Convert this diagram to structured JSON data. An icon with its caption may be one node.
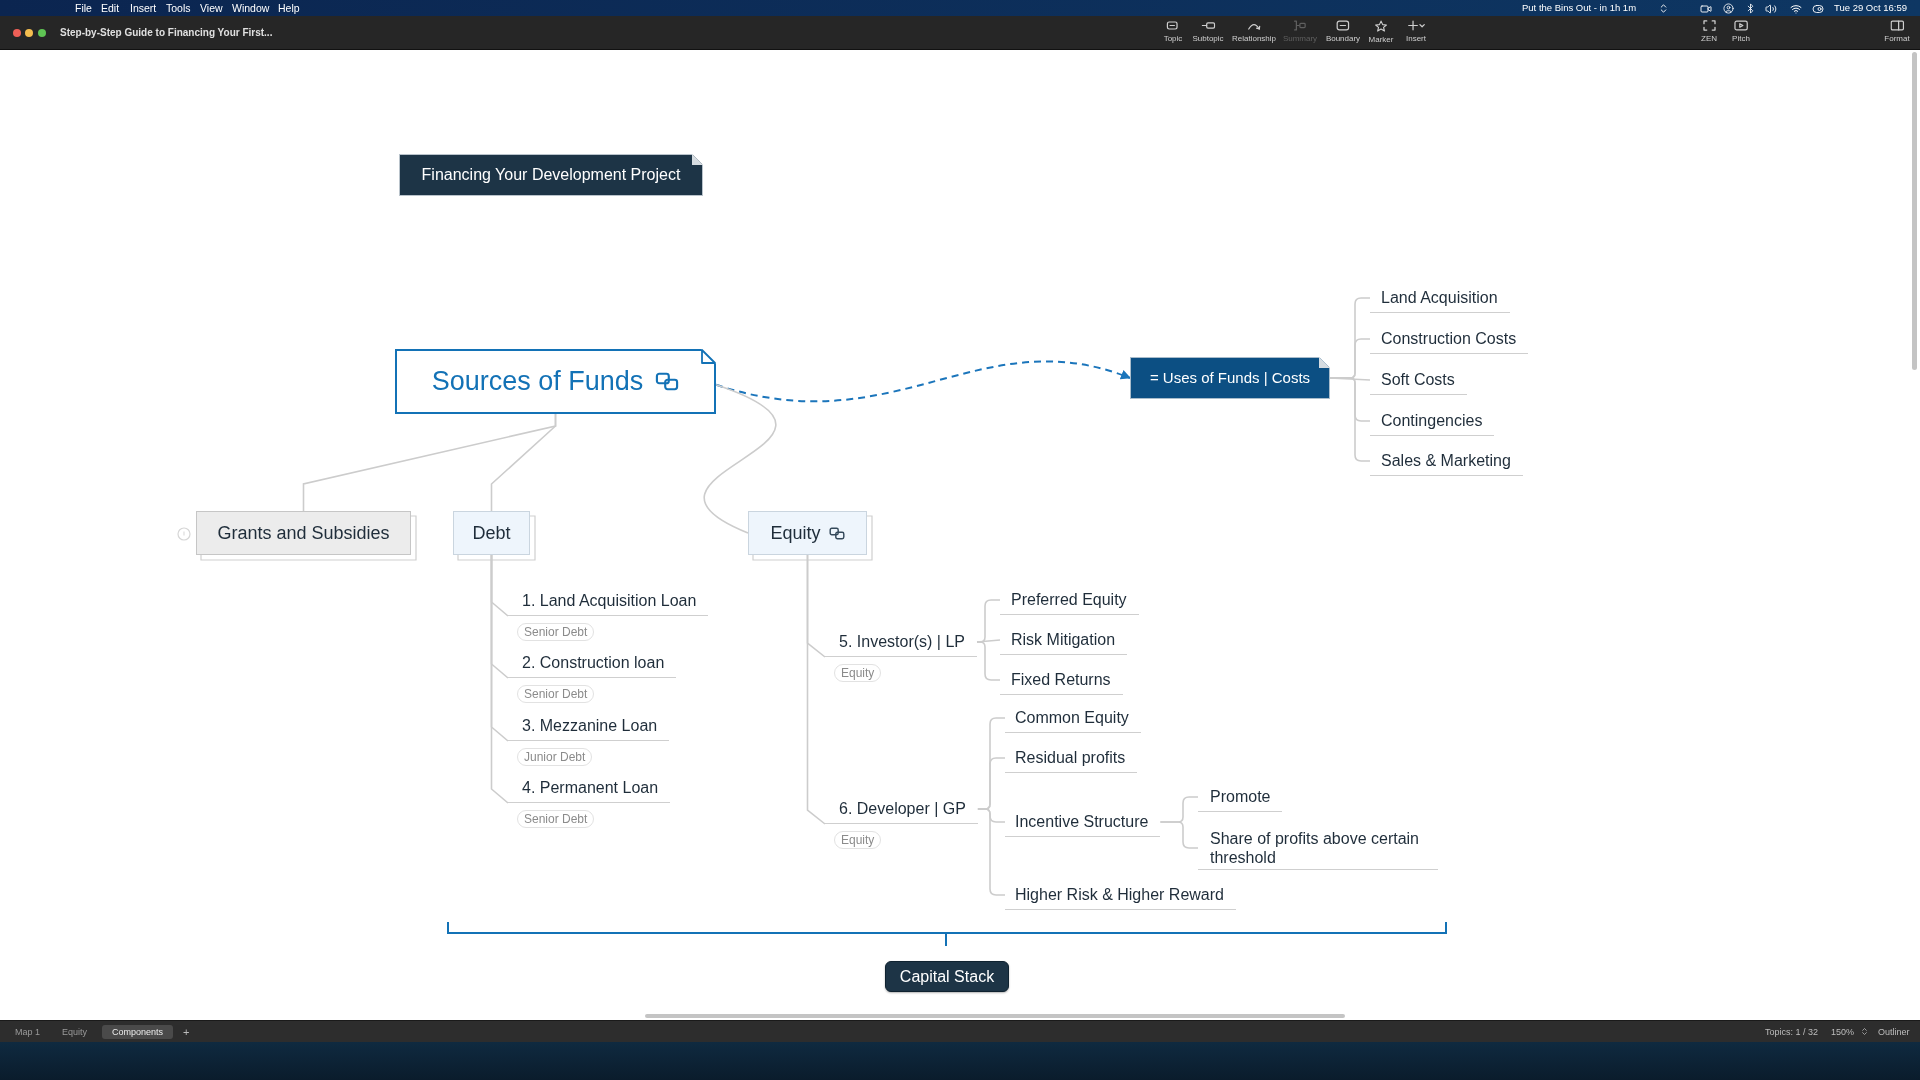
{
  "diagram": {
    "nodes": [
      {
        "text": [
          "Financing Your Development Project"
        ]
      },
      {
        "text": [
          "Sources of Funds"
        ]
      },
      {
        "text": [
          "= Uses of Funds | Costs"
        ]
      },
      {
        "text": [
          "Land Acquisition"
        ]
      },
      {
        "text": [
          "Construction Costs"
        ]
      },
      {
        "text": [
          "Soft Costs"
        ]
      },
      {
        "text": [
          "Contingencies"
        ]
      },
      {
        "text": [
          "Sales & Marketing"
        ]
      },
      {
        "text": [
          "Grants and Subsidies"
        ]
      },
      {
        "text": [
          "Debt"
        ]
      },
      {
        "text": [
          "Equity"
        ]
      },
      {
        "text": [
          "1. Land Acquisition Loan"
        ],
        "beside": [
          "Senior Debt"
        ]
      },
      {
        "text": [
          "2. Construction loan"
        ],
        "beside": [
          "Senior Debt"
        ]
      },
      {
        "text": [
          "3. Mezzanine Loan"
        ],
        "beside": [
          "Junior Debt"
        ]
      },
      {
        "text": [
          "4. Permanent Loan"
        ],
        "beside": [
          "Senior Debt"
        ]
      },
      {
        "text": [
          "5. Investor(s) | LP"
        ],
        "beside": [
          "Equity"
        ]
      },
      {
        "text": [
          "Preferred Equity"
        ]
      },
      {
        "text": [
          "Risk Mitigation"
        ]
      },
      {
        "text": [
          "Fixed Returns"
        ]
      },
      {
        "text": [
          "6. Developer | GP"
        ],
        "beside": [
          "Equity"
        ]
      },
      {
        "text": [
          "Common Equity"
        ]
      },
      {
        "text": [
          "Residual profits"
        ]
      },
      {
        "text": [
          "Incentive Structure"
        ]
      },
      {
        "text": [
          "Promote"
        ]
      },
      {
        "text": [
          "Share of profits above certain threshold"
        ]
      },
      {
        "text": [
          "Higher Risk & Higher Reward"
        ]
      },
      {
        "text": [
          "Capital Stack"
        ]
      }
    ],
    "edges": [
      {
        "from": 1,
        "to": 2,
        "arrow": "to",
        "style": "dashed",
        "color": "#1b75bb"
      },
      {
        "from": 2,
        "to": 3,
        "arrow": "none"
      },
      {
        "from": 2,
        "to": 4,
        "arrow": "none"
      },
      {
        "from": 2,
        "to": 5,
        "arrow": "none"
      },
      {
        "from": 2,
        "to": 6,
        "arrow": "none"
      },
      {
        "from": 2,
        "to": 7,
        "arrow": "none"
      },
      {
        "from": 1,
        "to": 8,
        "arrow": "none"
      },
      {
        "from": 1,
        "to": 9,
        "arrow": "none"
      },
      {
        "from": 1,
        "to": 10,
        "arrow": "none"
      },
      {
        "from": 9,
        "to": 11,
        "arrow": "none"
      },
      {
        "from": 9,
        "to": 12,
        "arrow": "none"
      },
      {
        "from": 9,
        "to": 13,
        "arrow": "none"
      },
      {
        "from": 9,
        "to": 14,
        "arrow": "none"
      },
      {
        "from": 10,
        "to": 15,
        "arrow": "none"
      },
      {
        "from": 10,
        "to": 19,
        "arrow": "none"
      },
      {
        "from": 15,
        "to": 16,
        "arrow": "none"
      },
      {
        "from": 15,
        "to": 17,
        "arrow": "none"
      },
      {
        "from": 15,
        "to": 18,
        "arrow": "none"
      },
      {
        "from": 19,
        "to": 20,
        "arrow": "none"
      },
      {
        "from": 19,
        "to": 21,
        "arrow": "none"
      },
      {
        "from": 19,
        "to": 22,
        "arrow": "none"
      },
      {
        "from": 19,
        "to": 25,
        "arrow": "none"
      },
      {
        "from": 22,
        "to": 23,
        "arrow": "none"
      },
      {
        "from": 22,
        "to": 24,
        "arrow": "none"
      }
    ],
    "labels": [
      "File",
      "Edit",
      "Insert",
      "Tools",
      "View",
      "Window",
      "Help",
      "Put the Bins Out - in 1h 1m",
      "Tue 29 Oct 16:59",
      "Step-by-Step Guide to Financing Your First...",
      "Topic",
      "Subtopic",
      "Relationship",
      "Summary",
      "Boundary",
      "Marker",
      "Insert",
      "ZEN",
      "Pitch",
      "Format",
      "Map 1",
      "Equity",
      "Components",
      "+",
      "Topics: 1 / 32",
      "150%",
      "Outliner"
    ]
  }
}
